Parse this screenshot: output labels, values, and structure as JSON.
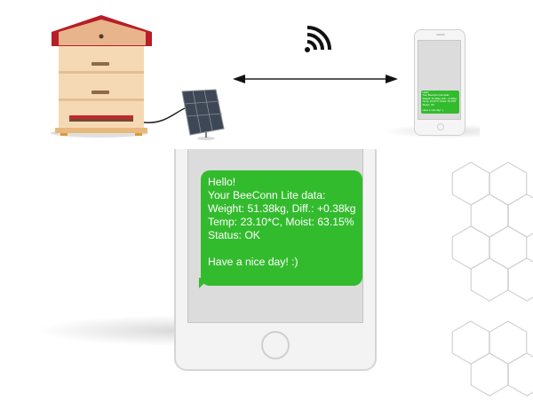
{
  "message": {
    "lines": [
      "Hello!",
      "Your BeeConn Lite data:",
      "Weight: 51.38kg, Diff.: +0.38kg",
      "Temp: 23.10*C, Moist: 63.15%",
      "Status: OK",
      "",
      "Have a nice day! :)"
    ]
  },
  "colors": {
    "bubble_green": "#33bb2e",
    "roof_red": "#b71e27",
    "hive_body": "#f5d9b4",
    "hive_stripe": "#e8c396",
    "panel_blue": "#3d4756"
  },
  "icons": [
    "wifi-icon",
    "double-arrow-icon",
    "beehive-icon",
    "solar-panel-icon",
    "smartphone-icon",
    "hexagon-pattern"
  ]
}
